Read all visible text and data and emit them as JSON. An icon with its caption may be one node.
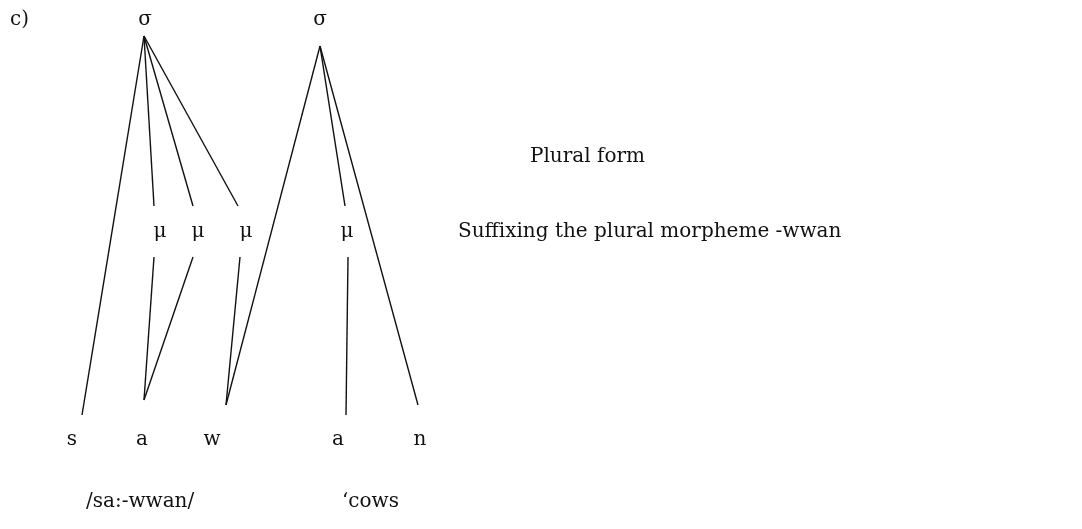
{
  "diagram": {
    "nodes": [
      {
        "text": [
          "σ"
        ]
      },
      {
        "text": [
          "σ"
        ]
      },
      {
        "text": [
          "μ"
        ]
      },
      {
        "text": [
          "μ"
        ]
      },
      {
        "text": [
          "μ"
        ]
      },
      {
        "text": [
          "μ"
        ]
      },
      {
        "text": [
          "s"
        ]
      },
      {
        "text": [
          "a"
        ]
      },
      {
        "text": [
          "w"
        ]
      },
      {
        "text": [
          "a"
        ]
      },
      {
        "text": [
          "n"
        ]
      }
    ],
    "edges": [
      {
        "from": 0,
        "to": 6,
        "arrow": "none"
      },
      {
        "from": 0,
        "to": 2,
        "arrow": "none"
      },
      {
        "from": 0,
        "to": 3,
        "arrow": "none"
      },
      {
        "from": 0,
        "to": 4,
        "arrow": "none"
      },
      {
        "from": 1,
        "to": 8,
        "arrow": "none"
      },
      {
        "from": 1,
        "to": 5,
        "arrow": "none"
      },
      {
        "from": 1,
        "to": 10,
        "arrow": "none"
      },
      {
        "from": 2,
        "to": 7,
        "arrow": "none"
      },
      {
        "from": 3,
        "to": 7,
        "arrow": "none"
      },
      {
        "from": 4,
        "to": 8,
        "arrow": "none"
      },
      {
        "from": 5,
        "to": 9,
        "arrow": "none"
      }
    ],
    "labels": [
      "c)",
      "Plural form",
      "Suffixing the plural morpheme -wwan",
      "/sa:-wwan/",
      "‘cows"
    ]
  }
}
